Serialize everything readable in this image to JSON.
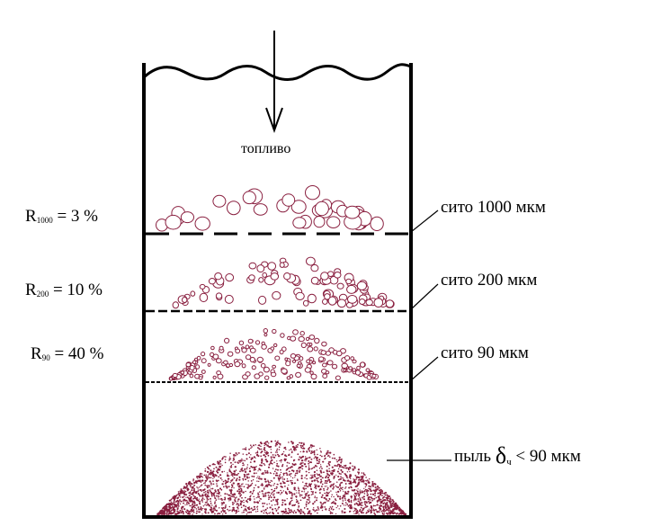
{
  "fuel_label": "топливо",
  "residues": [
    {
      "symbol": "R",
      "subscript": "1000",
      "value": "= 3 %"
    },
    {
      "symbol": "R",
      "subscript": "200",
      "value": "= 10 %"
    },
    {
      "symbol": "R",
      "subscript": "90",
      "value": "= 40 %"
    }
  ],
  "sieves": [
    {
      "label": "сито 1000 мкм"
    },
    {
      "label": "сито 200 мкм"
    },
    {
      "label": "сито 90 мкм"
    }
  ],
  "dust": {
    "word": "пыль",
    "symbol": "δ",
    "subscript": "ч",
    "condition": "< 90 мкм"
  },
  "colors": {
    "particle": "#8a2040",
    "outline": "#000000"
  }
}
